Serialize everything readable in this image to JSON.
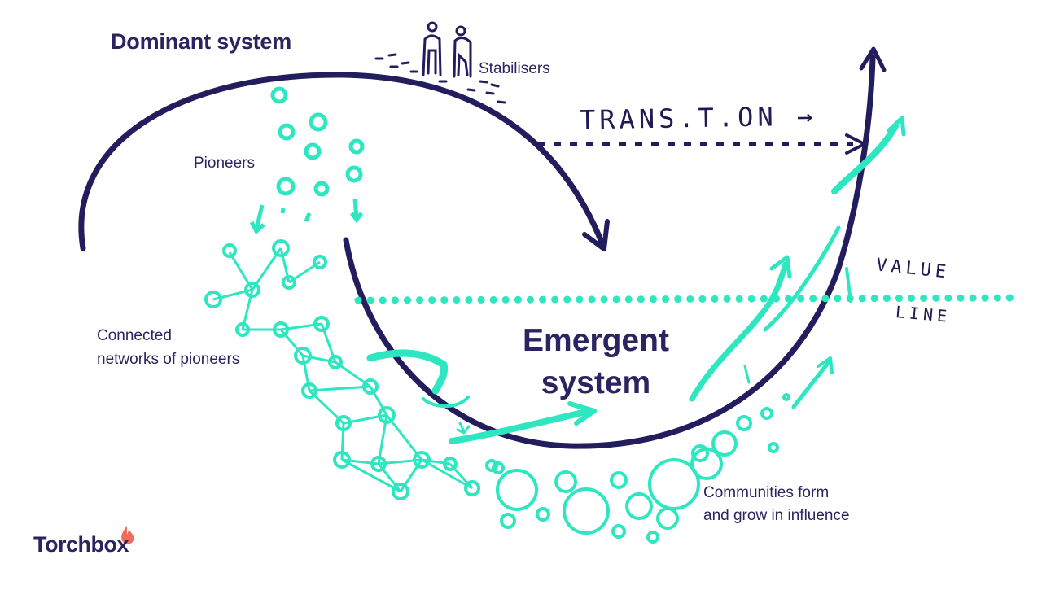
{
  "diagram": {
    "title": "Dominant system",
    "stabilisers_label": "Stabilisers",
    "pioneers_label": "Pioneers",
    "connected_line1": "Connected",
    "connected_line2": "networks of pioneers",
    "emergent_line1": "Emergent",
    "emergent_line2": "system",
    "communities_line1": "Communities form",
    "communities_line2": "and grow in influence",
    "transition_text": "TRANS.T.ON →",
    "value_text": "VALUE",
    "line_text": "LINE"
  },
  "brand": {
    "name": "Torchbox",
    "navy": "#231d5e",
    "teal": "#2ee6c0",
    "flame": "#f26b5b"
  }
}
